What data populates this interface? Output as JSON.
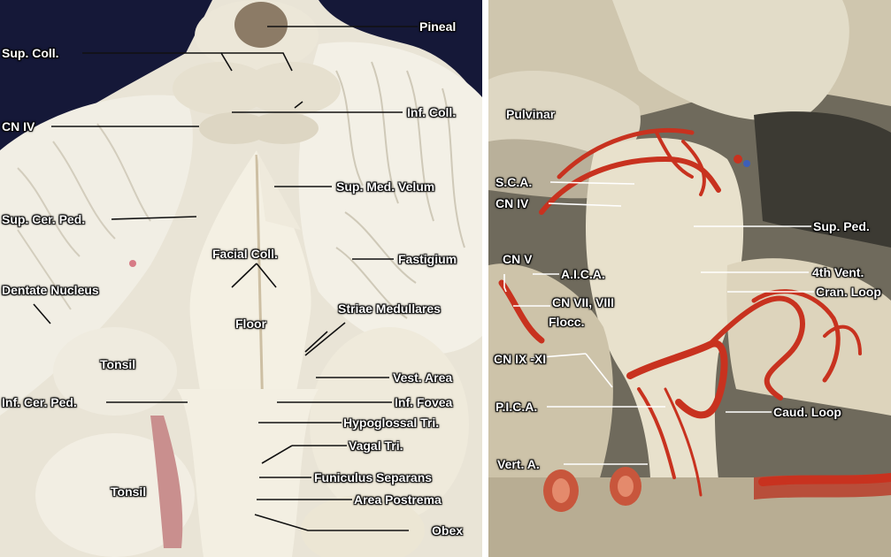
{
  "left": {
    "labels": {
      "pineal": "Pineal",
      "sup_coll": "Sup. Coll.",
      "cn_iv": "CN IV",
      "inf_coll": "Inf. Coll.",
      "sup_med_velum": "Sup. Med. Velum",
      "sup_cer_ped": "Sup. Cer. Ped.",
      "facial_coll": "Facial Coll.",
      "fastigium": "Fastigium",
      "dentate_nucleus": "Dentate Nucleus",
      "striae_medullares": "Striae Medullares",
      "floor": "Floor",
      "tonsil_upper": "Tonsil",
      "vest_area": "Vest. Area",
      "inf_cer_ped": "Inf. Cer. Ped.",
      "inf_fovea": "Inf. Fovea",
      "hypoglossal_tri": "Hypoglossal Tri.",
      "vagal_tri": "Vagal Tri.",
      "funiculus_separans": "Funiculus Separans",
      "tonsil_lower": "Tonsil",
      "area_postrema": "Area Postrema",
      "obex": "Obex"
    }
  },
  "right": {
    "labels": {
      "pulvinar": "Pulvinar",
      "sca": "S.C.A.",
      "cn_iv": "CN IV",
      "sup_ped": "Sup. Ped.",
      "cn_v": "CN V",
      "aica": "A.I.C.A.",
      "fourth_vent": "4th Vent.",
      "cn_vii_viii": "CN VII, VIII",
      "cran_loop": "Cran. Loop",
      "flocc": "Flocc.",
      "cn_ix_xi": "CN IX -XI",
      "pica": "P.I.C.A.",
      "caud_loop": "Caud. Loop",
      "vert_a": "Vert. A."
    }
  }
}
